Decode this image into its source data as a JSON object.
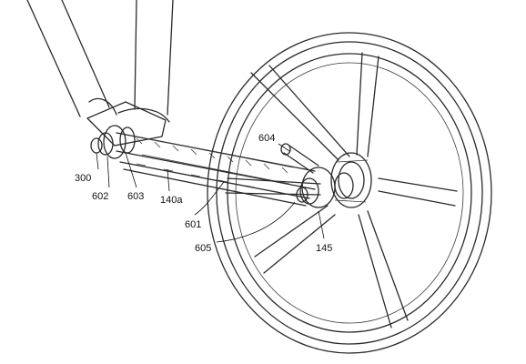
{
  "figure": {
    "background": "#ffffff",
    "line_color": "#2a2a2a",
    "labels": [
      {
        "id": "300",
        "text": "300"
      },
      {
        "id": "602",
        "text": "602"
      },
      {
        "id": "603",
        "text": "603"
      },
      {
        "id": "140a",
        "text": "140a"
      },
      {
        "id": "601",
        "text": "601"
      },
      {
        "id": "604",
        "text": "604"
      },
      {
        "id": "605",
        "text": "605"
      },
      {
        "id": "145",
        "text": "145"
      }
    ]
  }
}
